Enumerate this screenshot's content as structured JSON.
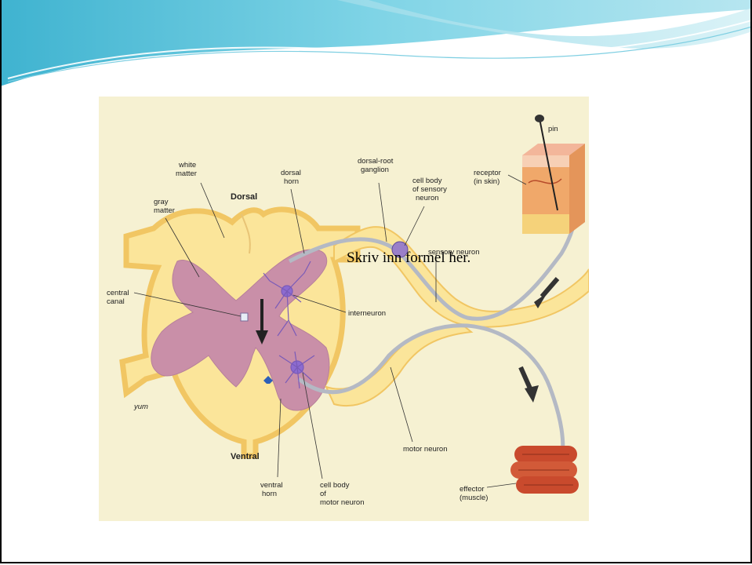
{
  "slide": {
    "formula_placeholder": "Skriv inn formel her."
  },
  "diagram": {
    "labels": {
      "white_matter": [
        "white",
        "matter"
      ],
      "gray_matter": [
        "gray",
        "matter"
      ],
      "dorsal": "Dorsal",
      "dorsal_horn": [
        "dorsal",
        "horn"
      ],
      "dorsal_root_ganglion": [
        "dorsal-root",
        "ganglion"
      ],
      "cell_body_sensory": [
        "cell body",
        "of sensory",
        "neuron"
      ],
      "pin": "pin",
      "receptor": [
        "receptor",
        "(in skin)"
      ],
      "sensory_neuron": "sensory neuron",
      "central_canal": [
        "central",
        "canal"
      ],
      "interneuron": "interneuron",
      "ventral": "Ventral",
      "ventral_horn": [
        "ventral",
        "horn"
      ],
      "cell_body_motor": [
        "cell body",
        "of",
        "motor neuron"
      ],
      "motor_neuron": "motor neuron",
      "effector": [
        "effector",
        "(muscle)"
      ],
      "signature": "yum"
    },
    "colors": {
      "panel_background": "#f6f1d2",
      "white_matter": "#fbe59a",
      "gray_matter": "#c98fa8",
      "outline": "#f1c663",
      "nerve": "#b4b9c4",
      "neuron": "#7a5bb8",
      "muscle": "#c94a2d",
      "header_teal": "#5ec3d9"
    }
  }
}
